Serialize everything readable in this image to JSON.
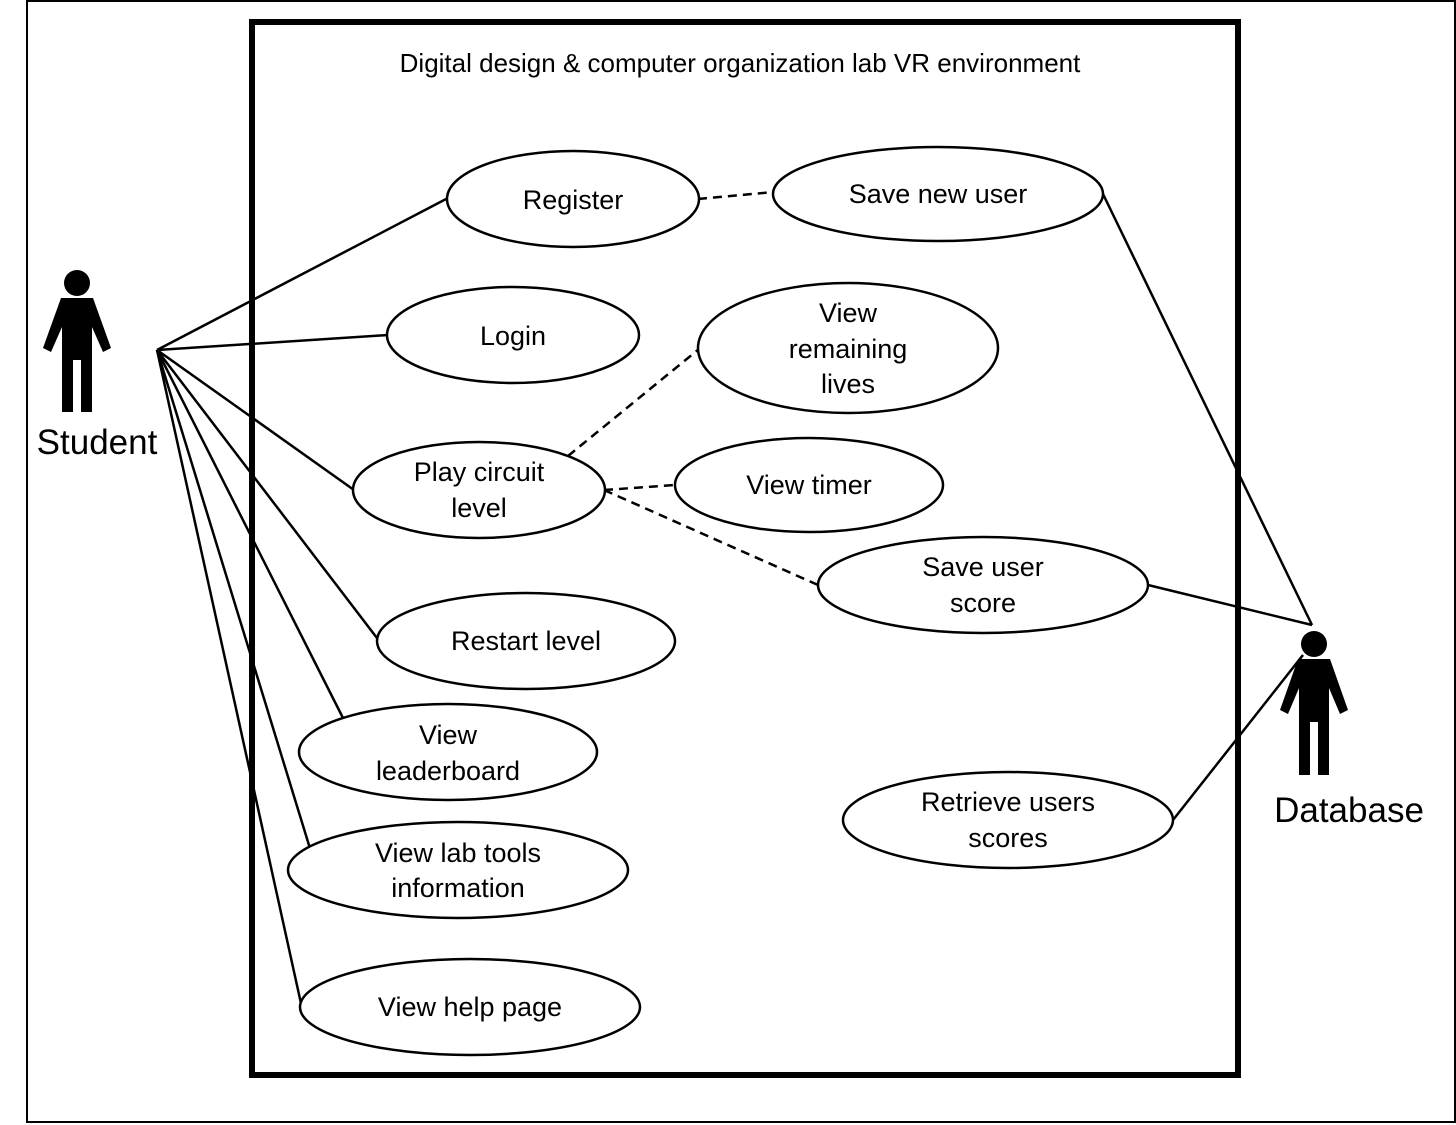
{
  "title": "Digital design & computer organization lab VR environment",
  "actors": {
    "student": "Student",
    "database": "Database"
  },
  "use_cases": {
    "register": [
      "Register"
    ],
    "save_new_user": [
      "Save new user"
    ],
    "login": [
      "Login"
    ],
    "view_remaining_lives": [
      "View",
      "remaining",
      "lives"
    ],
    "play_circuit_level": [
      "Play circuit",
      "level"
    ],
    "view_timer": [
      "View timer"
    ],
    "save_user_score": [
      "Save user",
      "score"
    ],
    "restart_level": [
      "Restart level"
    ],
    "view_leaderboard": [
      "View",
      "leaderboard"
    ],
    "view_lab_tools_information": [
      "View lab tools",
      "information"
    ],
    "retrieve_users_scores": [
      "Retrieve users",
      "scores"
    ],
    "view_help_page": [
      "View help page"
    ]
  },
  "relations": [
    {
      "from": "student",
      "to": "register",
      "style": "solid"
    },
    {
      "from": "student",
      "to": "login",
      "style": "solid"
    },
    {
      "from": "student",
      "to": "play_circuit_level",
      "style": "solid"
    },
    {
      "from": "student",
      "to": "restart_level",
      "style": "solid"
    },
    {
      "from": "student",
      "to": "view_leaderboard",
      "style": "solid"
    },
    {
      "from": "student",
      "to": "view_lab_tools_information",
      "style": "solid"
    },
    {
      "from": "student",
      "to": "view_help_page",
      "style": "solid"
    },
    {
      "from": "register",
      "to": "save_new_user",
      "style": "dashed"
    },
    {
      "from": "play_circuit_level",
      "to": "view_remaining_lives",
      "style": "dashed"
    },
    {
      "from": "play_circuit_level",
      "to": "view_timer",
      "style": "dashed"
    },
    {
      "from": "play_circuit_level",
      "to": "save_user_score",
      "style": "dashed"
    },
    {
      "from": "save_new_user",
      "to": "database",
      "style": "solid"
    },
    {
      "from": "save_user_score",
      "to": "database",
      "style": "solid"
    },
    {
      "from": "retrieve_users_scores",
      "to": "database",
      "style": "solid"
    }
  ],
  "colors": {
    "stroke": "#000000",
    "background": "#ffffff"
  }
}
